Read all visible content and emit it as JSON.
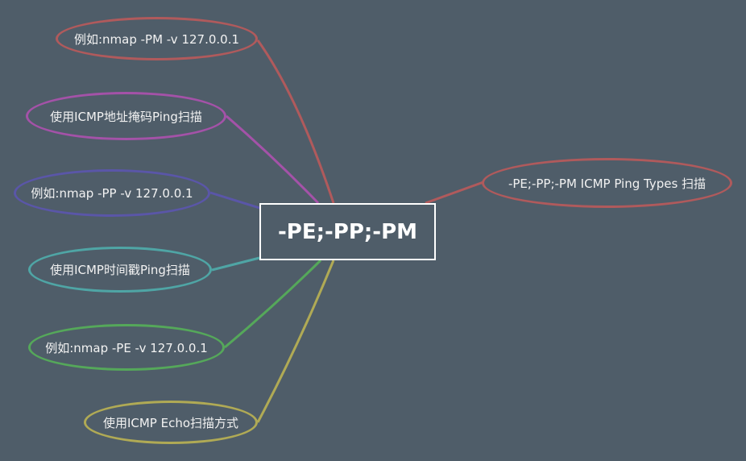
{
  "central": {
    "label": "-PE;-PP;-PM"
  },
  "branches": [
    {
      "id": "pm_example",
      "label": "例如:nmap -PM -v 127.0.0.1",
      "color": "#b05a5c"
    },
    {
      "id": "mask",
      "label": "使用ICMP地址掩码Ping扫描",
      "color": "#a452a8"
    },
    {
      "id": "pp_example",
      "label": "例如:nmap -PP -v 127.0.0.1",
      "color": "#5a56a8"
    },
    {
      "id": "timestamp",
      "label": "使用ICMP时间戳Ping扫描",
      "color": "#4fa5a5"
    },
    {
      "id": "pe_example",
      "label": "例如:nmap -PE -v 127.0.0.1",
      "color": "#55a85a"
    },
    {
      "id": "echo",
      "label": "使用ICMP Echo扫描方式",
      "color": "#b0aa55"
    },
    {
      "id": "types",
      "label": "-PE;-PP;-PM ICMP Ping Types 扫描",
      "color": "#b05a5c"
    }
  ]
}
